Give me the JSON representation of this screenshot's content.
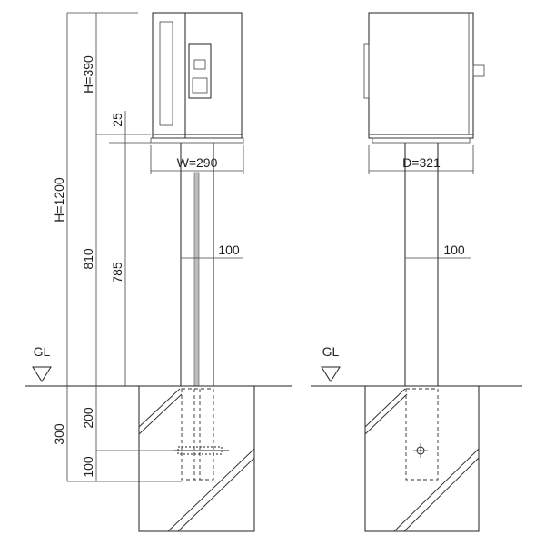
{
  "dimensions": {
    "box_height": "H=390",
    "gap": "25",
    "total_height": "H=1200",
    "post_height_outer": "810",
    "post_height_inner": "785",
    "width": "W=290",
    "depth": "D=321",
    "post_width_front": "100",
    "post_width_side": "100",
    "embed_depth": "300",
    "embed_upper": "200",
    "embed_lower": "100"
  },
  "ground": {
    "front_label": "GL",
    "side_label": "GL"
  }
}
